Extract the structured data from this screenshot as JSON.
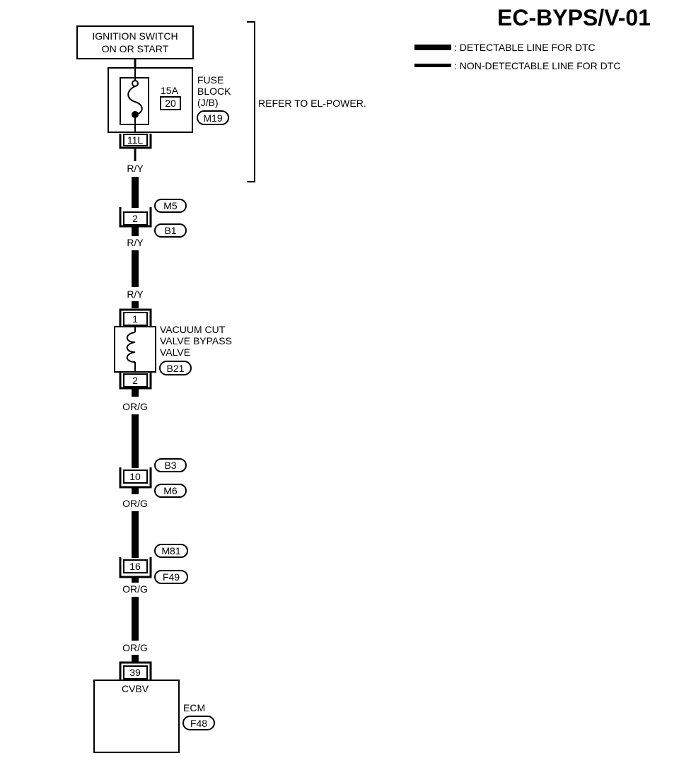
{
  "title": "EC-BYPS/V-01",
  "legend": {
    "detectable": ": DETECTABLE LINE FOR DTC",
    "non_detectable": ": NON-DETECTABLE LINE FOR DTC"
  },
  "ignition": {
    "line1": "IGNITION SWITCH",
    "line2": "ON OR START"
  },
  "fuse": {
    "amp": "15A",
    "number": "20",
    "label_line1": "FUSE",
    "label_line2": "BLOCK",
    "label_line3": "(J/B)",
    "connector": "M19",
    "terminal": "11L"
  },
  "refer": "REFER TO EL-POWER.",
  "wires": {
    "w1": "R/Y",
    "w2": "R/Y",
    "w3": "R/Y",
    "w4": "OR/G",
    "w5": "OR/G",
    "w6": "OR/G",
    "w7": "OR/G"
  },
  "joint1": {
    "pin": "2",
    "top": "M5",
    "bottom": "B1"
  },
  "valve": {
    "pin_in": "1",
    "pin_out": "2",
    "line1": "VACUUM CUT",
    "line2": "VALVE BYPASS",
    "line3": "VALVE",
    "connector": "B21"
  },
  "joint2": {
    "pin": "10",
    "top": "B3",
    "bottom": "M6"
  },
  "joint3": {
    "pin": "16",
    "top": "M81",
    "bottom": "F49"
  },
  "ecm": {
    "pin": "39",
    "terminal": "CVBV",
    "label": "ECM",
    "connector": "F48"
  }
}
